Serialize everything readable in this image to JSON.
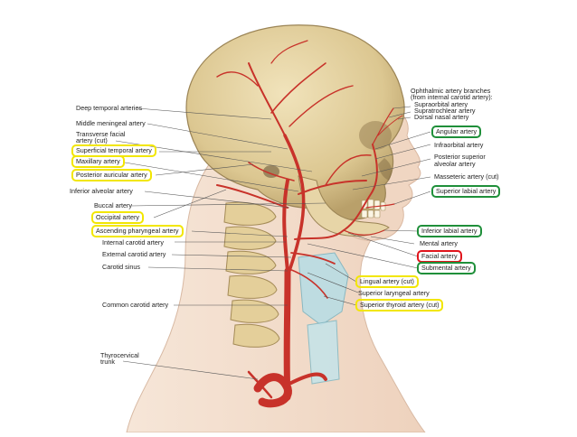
{
  "diagram": {
    "colors": {
      "artery": "#c8322a",
      "skull": "#e2cf9f",
      "skin": "#f2dcc8",
      "highlight_yellow": "#f2e600",
      "highlight_green": "#1f8f3a",
      "highlight_red": "#e0141c"
    },
    "labels_left": [
      {
        "text": "Deep temporal arteries",
        "highlight": "none"
      },
      {
        "text": "Middle meningeal artery",
        "highlight": "none"
      },
      {
        "text": "Transverse facial",
        "highlight": "none"
      },
      {
        "text": "artery (cut)",
        "highlight": "none"
      },
      {
        "text": "Superficial temporal artery",
        "highlight": "yellow"
      },
      {
        "text": "Maxillary artery",
        "highlight": "yellow"
      },
      {
        "text": "Posterior auricular artery",
        "highlight": "yellow"
      },
      {
        "text": "Inferior alveolar artery",
        "highlight": "none"
      },
      {
        "text": "Buccal artery",
        "highlight": "none"
      },
      {
        "text": "Occipital artery",
        "highlight": "yellow"
      },
      {
        "text": "Ascending pharyngeal artery",
        "highlight": "yellow"
      },
      {
        "text": "Internal carotid artery",
        "highlight": "none"
      },
      {
        "text": "External carotid artery",
        "highlight": "none"
      },
      {
        "text": "Carotid sinus",
        "highlight": "none"
      },
      {
        "text": "Common carotid artery",
        "highlight": "none"
      },
      {
        "text": "Thyrocervical",
        "highlight": "none"
      },
      {
        "text": "trunk",
        "highlight": "none"
      }
    ],
    "labels_right": [
      {
        "text": "Ophthalmic artery branches",
        "highlight": "none"
      },
      {
        "text": "(from internal carotid artery):",
        "highlight": "none"
      },
      {
        "text": "Supraorbital artery",
        "highlight": "none"
      },
      {
        "text": "Supratrochlear artery",
        "highlight": "none"
      },
      {
        "text": "Dorsal nasal artery",
        "highlight": "none"
      },
      {
        "text": "Angular artery",
        "highlight": "green"
      },
      {
        "text": "Infraorbital artery",
        "highlight": "none"
      },
      {
        "text": "Posterior superior",
        "highlight": "none"
      },
      {
        "text": "alveolar artery",
        "highlight": "none"
      },
      {
        "text": "Masseteric artery (cut)",
        "highlight": "none"
      },
      {
        "text": "Superior labial artery",
        "highlight": "green"
      },
      {
        "text": "Inferior labial artery",
        "highlight": "green"
      },
      {
        "text": "Mental artery",
        "highlight": "none"
      },
      {
        "text": "Facial artery",
        "highlight": "red"
      },
      {
        "text": "Submental artery",
        "highlight": "green"
      },
      {
        "text": "Lingual artery (cut)",
        "highlight": "yellow"
      },
      {
        "text": "Superior laryngeal artery",
        "highlight": "none"
      },
      {
        "text": "Superior thyroid artery (cut)",
        "highlight": "yellow"
      }
    ]
  }
}
